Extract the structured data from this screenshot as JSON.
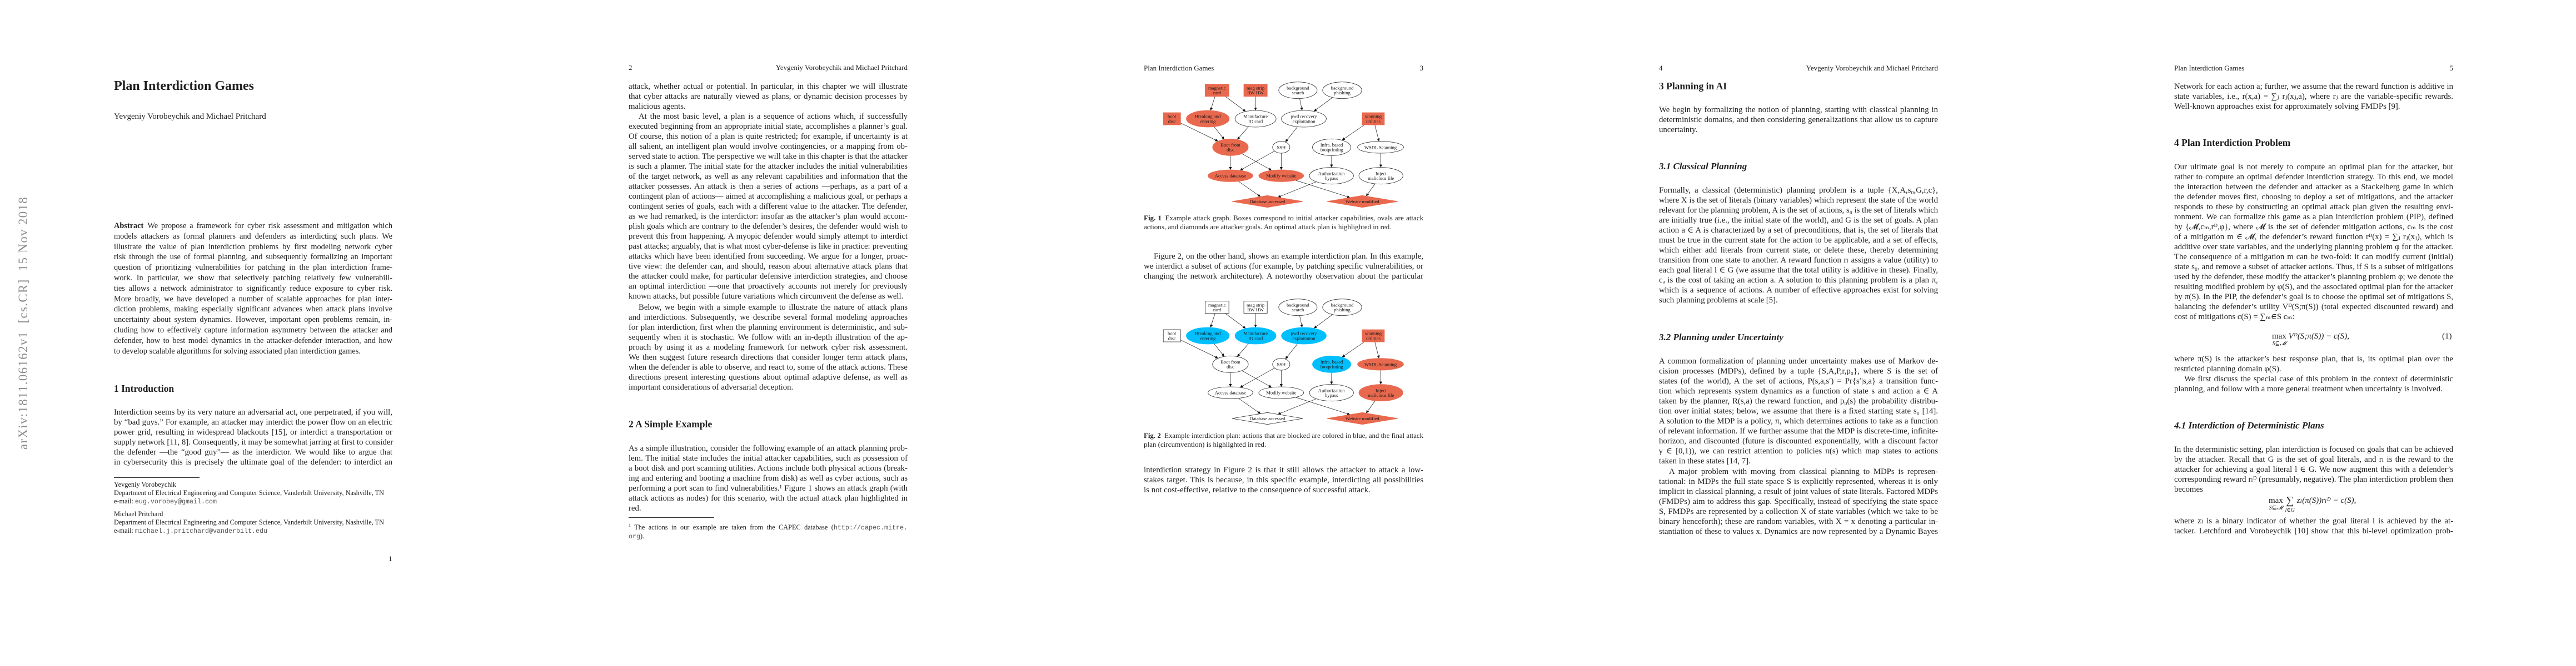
{
  "stamp": "arXiv:1811.06162v1  [cs.CR]  15 Nov 2018",
  "colors": {
    "attack_red": "#e9694f",
    "blocked_blue": "#00bfff",
    "text": "#1e1e1e"
  },
  "page1": {
    "title": "Plan Interdiction Games",
    "authors": "Yevgeniy Vorobeychik and Michael Pritchard",
    "abstract_label": "Abstract",
    "abstract": [
      "We propose a framework for cyber risk assessment and mitigation which",
      "models attackers as formal planners and defenders as interdicting such plans. We",
      "illustrate the value of plan interdiction problems by first modeling network cyber",
      "risk through the use of formal planning, and subsequently formalizing an important",
      "question of prioritizing vulnerabilities for patching in the plan interdiction frame-",
      "work. In particular, we show that selectively patching relatively few vulnerabili-",
      "ties allows a network administrator to significantly reduce exposure to cyber risk.",
      "More broadly, we have developed a number of scalable approaches for plan inter-",
      "diction problems, making especially significant advances when attack plans involve",
      "uncertainty about system dynamics. However, important open problems remain, in-",
      "cluding how to effectively capture information asymmetry between the attacker and",
      "defender, how to best model dynamics in the attacker-defender interaction, and how",
      "to develop scalable algorithms for solving associated plan interdiction games."
    ],
    "section1": "1  Introduction",
    "intro": [
      "Interdiction seems by its very nature an adversarial act, one perpetrated, if you will,",
      "by “bad guys.” For example, an attacker may interdict the power flow on an electric",
      "power grid, resulting in widespread blackouts [15], or interdict a transportation or",
      "supply network [11, 8]. Consequently, it may be somewhat jarring at first to consider",
      "the defender —the “good guy”— as the interdictor. We would like to argue that",
      "in cybersecurity this is precisely the ultimate goal of the defender: to interdict an"
    ],
    "affiliations": [
      {
        "name": "Yevgeniy Vorobeychik",
        "dept": "Department of Electrical Engineering and Computer Science, Vanderbilt University, Nashville, TN",
        "email_label": "e-mail:",
        "email": "eug.vorobey@gmail.com"
      },
      {
        "name": "Michael Pritchard",
        "dept": "Department of Electrical Engineering and Computer Science, Vanderbilt University, Nashville, TN",
        "email_label": "e-mail:",
        "email": "michael.j.pritchard@vanderbilt.edu"
      }
    ],
    "page_number": "1"
  },
  "page2": {
    "header_num": "2",
    "header_text": "Yevgeniy Vorobeychik and Michael Pritchard",
    "p1": [
      "attack, whether actual or potential. In particular, in this chapter we will illustrate",
      "that cyber attacks are naturally viewed as plans, or dynamic decision processes by",
      "malicious agents."
    ],
    "p2": [
      "At the most basic level, a plan is a sequence of actions which, if successfully",
      "executed beginning from an appropriate initial state, accomplishes a planner’s goal.",
      "Of course, this notion of a plan is quite restricted; for example, if uncertainty is at",
      "all salient, an intelligent plan would involve contingencies, or a mapping from ob-",
      "served state to action. The perspective we will take in this chapter is that the attacker",
      "is such a planner. The initial state for the attacker includes the initial vulnerabilities",
      "of the target network, as well as any relevant capabilities and information that the",
      "attacker possesses. An attack is then a series of actions —perhaps, as a part of a",
      "contingent plan of actions— aimed at accomplishing a malicious goal, or perhaps a",
      "contingent series of goals, each with a different value to the attacker. The defender,",
      "as we had remarked, is the interdictor: insofar as the attacker’s plan would accom-",
      "plish goals which are contrary to the defender’s desires, the defender would wish to",
      "prevent this from happening. A myopic defender would simply attempt to interdict",
      "past attacks; arguably, that is what most cyber-defense is like in practice: preventing",
      "attacks which have been identified from succeeding. We argue for a longer, proac-",
      "tive view: the defender can, and should, reason about alternative attack plans that",
      "the attacker could make, for particular defensive interdiction strategies, and choose",
      "an optimal interdiction —one that proactively accounts not merely for previously",
      "known attacks, but possible future variations which circumvent the defense as well."
    ],
    "p3": [
      "Below, we begin with a simple example to illustrate the nature of attack plans",
      "and interdictions. Subsequently, we describe several formal modeling approaches",
      "for plan interdiction, first when the planning environment is deterministic, and sub-",
      "sequently when it is stochastic. We follow with an in-depth illustration of the ap-",
      "proach by using it as a modeling framework for network cyber risk assessment.",
      "We then suggest future research directions that consider longer term attack plans,",
      "when the defender is able to observe, and react to, some of the attack actions. These",
      "directions present interesting questions about optimal adaptive defense, as well as",
      "important considerations of adversarial deception."
    ],
    "section2": "2  A Simple Example",
    "p4": [
      "As a simple illustration, consider the following example of an attack planning prob-",
      "lem. The initial state includes the initial attacker capabilities, such as possession of",
      "a boot disk and port scanning utilities. Actions include both physical actions (break-",
      "ing and entering and booting a machine from disk) as well as cyber actions, such as",
      "performing a port scan to find vulnerabilities.¹ Figure 1 shows an attack graph (with",
      "attack actions as nodes) for this scenario, with the actual attack plan highlighted in",
      "red."
    ],
    "footnote": {
      "mark": "1",
      "text": "The actions in our example are taken from the CAPEC database (",
      "url_part1": "http://capec.mitre.",
      "url_part2": "org",
      "close": ")."
    }
  },
  "page3": {
    "header_text": "Plan Interdiction Games",
    "header_num": "3",
    "fig1_label": "Fig. 1",
    "fig1_caption": [
      "Example attack graph. Boxes correspond to initial attacker capabilities, ovals are attack",
      "actions, and diamonds are attacker goals. An optimal attack plan is highlighted in red."
    ],
    "p1": [
      "Figure 2, on the other hand, shows an example interdiction plan. In this example,",
      "we interdict a subset of actions (for example, by patching specific vulnerabilities, or",
      "changing the network architecture). A noteworthy observation about the particular"
    ],
    "fig2_label": "Fig. 2",
    "fig2_caption": [
      "Example interdiction plan: actions that are blocked are colored in blue, and the final attack",
      "plan (circumvention) is highlighted in red."
    ],
    "p2": [
      "interdiction strategy in Figure 2 is that it still allows the attacker to attack a low-",
      "stakes target. This is because, in this specific example, interdicting all possibilities",
      "is not cost-effective, relative to the consequence of successful attack."
    ]
  },
  "graph": {
    "nodes": [
      {
        "id": "mag_card",
        "label": "magnetic\ncard",
        "kind": "capability"
      },
      {
        "id": "mag_strip",
        "label": "mag strip\nRW HW",
        "kind": "capability"
      },
      {
        "id": "bg_search",
        "label": "background\nsearch",
        "kind": "action"
      },
      {
        "id": "bg_phish",
        "label": "background\nphishing",
        "kind": "action"
      },
      {
        "id": "boot_disc",
        "label": "boot\ndisc",
        "kind": "capability"
      },
      {
        "id": "breaking",
        "label": "Breaking and\nentering",
        "kind": "action"
      },
      {
        "id": "manufacture",
        "label": "Manufacture\nID card",
        "kind": "action"
      },
      {
        "id": "pwd",
        "label": "pwd recovery\nexploitation",
        "kind": "action"
      },
      {
        "id": "scanning",
        "label": "scanning\nutilities",
        "kind": "capability"
      },
      {
        "id": "boot_from",
        "label": "Boot from\ndisc",
        "kind": "action"
      },
      {
        "id": "ssh",
        "label": "SSH",
        "kind": "action"
      },
      {
        "id": "infra",
        "label": "Infra. based\nfootprinting",
        "kind": "action"
      },
      {
        "id": "wsdl",
        "label": "WSDL Scanning",
        "kind": "action"
      },
      {
        "id": "access_db",
        "label": "Access database",
        "kind": "action"
      },
      {
        "id": "modify",
        "label": "Modify website",
        "kind": "action"
      },
      {
        "id": "auth",
        "label": "Authorization\nbypass",
        "kind": "action"
      },
      {
        "id": "inject",
        "label": "Inject\nmalicious file",
        "kind": "action"
      },
      {
        "id": "db_accessed",
        "label": "Database accessed",
        "kind": "goal"
      },
      {
        "id": "web_modified",
        "label": "Website modified",
        "kind": "goal"
      }
    ],
    "edges": [
      [
        "mag_card",
        "breaking"
      ],
      [
        "mag_card",
        "manufacture"
      ],
      [
        "mag_strip",
        "manufacture"
      ],
      [
        "bg_search",
        "pwd"
      ],
      [
        "bg_phish",
        "pwd"
      ],
      [
        "boot_disc",
        "boot_from"
      ],
      [
        "breaking",
        "boot_from"
      ],
      [
        "manufacture",
        "boot_from"
      ],
      [
        "pwd",
        "ssh"
      ],
      [
        "scanning",
        "infra"
      ],
      [
        "scanning",
        "wsdl"
      ],
      [
        "boot_from",
        "access_db"
      ],
      [
        "boot_from",
        "modify"
      ],
      [
        "ssh",
        "access_db"
      ],
      [
        "ssh",
        "modify"
      ],
      [
        "infra",
        "auth"
      ],
      [
        "wsdl",
        "inject"
      ],
      [
        "access_db",
        "db_accessed"
      ],
      [
        "auth",
        "db_accessed"
      ],
      [
        "modify",
        "web_modified"
      ],
      [
        "inject",
        "web_modified"
      ]
    ],
    "fig1_highlight": {
      "red": [
        "mag_card",
        "mag_strip",
        "boot_disc",
        "scanning",
        "breaking",
        "boot_from",
        "access_db",
        "modify",
        "db_accessed",
        "web_modified"
      ],
      "blue": []
    },
    "fig2_highlight": {
      "red": [
        "scanning",
        "wsdl",
        "inject",
        "web_modified"
      ],
      "blue": [
        "breaking",
        "manufacture",
        "pwd",
        "infra"
      ]
    }
  },
  "page4": {
    "header_num": "4",
    "header_text": "Yevgeniy Vorobeychik and Michael Pritchard",
    "section3": "3  Planning in AI",
    "p1": [
      "We begin by formalizing the notion of planning, starting with classical planning in",
      "deterministic domains, and then considering generalizations that allow us to capture",
      "uncertainty."
    ],
    "section31": "3.1  Classical Planning",
    "p2": [
      "Formally, a classical (deterministic) planning problem is a tuple {X,A,s₀,G,r,c},",
      "where X is the set of literals (binary variables) which represent the state of the world",
      "relevant for the planning problem, A is the set of actions, s₀ is the set of literals which",
      "are initially true (i.e., the initial state of the world), and G is the set of goals. A plan",
      "action a ∈ A is characterized by a set of preconditions, that is, the set of literals that",
      "must be true in the current state for the action to be applicable, and a set of effects,",
      "which either add literals from current state, or delete these, thereby determining",
      "transition from one state to another. A reward function rₗ assigns a value (utility) to",
      "each goal literal l ∈ G (we assume that the total utility is additive in these). Finally,",
      "cₐ is the cost of taking an action a. A solution to this planning problem is a plan π,",
      "which is a sequence of actions. A number of effective approaches exist for solving",
      "such planning problems at scale [5]."
    ],
    "section32": "3.2  Planning under Uncertainty",
    "p3": [
      "A common formalization of planning under uncertainty makes use of Markov de-",
      "cision processes (MDPs), defined by a tuple {S,A,P,r,p₀}, where S is the set of",
      "states (of the world), A the set of actions, P(s,a,s′) = Pr{s′|s,a} a transition func-",
      "tion which represents system dynamics as a function of state s and action a ∈ A",
      "taken by the planner, R(s,a) the reward function, and p₀(s) the probability distribu-",
      "tion over initial states; below, we assume that there is a fixed starting state s₀ [14].",
      "A solution to the MDP is a policy, π, which determines actions to take as a function",
      "of relevant information. If we further assume that the MDP is discrete-time, infinite-",
      "horizon, and discounted (future is discounted exponentially, with a discount factor",
      "γ ∈ [0,1)), we can restrict attention to policies π(s) which map states to actions",
      "taken in these states [14, 7]."
    ],
    "p4": [
      "A major problem with moving from classical planning to MDPs is represen-",
      "tational: in MDPs the full state space S is explicitly represented, whereas it is only",
      "implicit in classical planning, a result of joint values of state literals. Factored MDPs",
      "(FMDPs) aim to address this gap. Specifically, instead of specifying the state space",
      "S, FMDPs are represented by a collection X of state variables (which we take to be",
      "binary henceforth); these are random variables, with X = x denoting a particular in-",
      "stantiation of these to values x. Dynamics are now represented by a Dynamic Bayes"
    ]
  },
  "page5": {
    "header_text": "Plan Interdiction Games",
    "header_num": "5",
    "p1": [
      "Network for each action a; further, we assume that the reward function is additive in",
      "state variables, i.e., r(x,a) = ∑ⱼ rⱼ(xⱼ,a), where rⱼ are the variable-specific rewards.",
      "Well-known approaches exist for approximately solving FMDPs [9]."
    ],
    "section4": "4  Plan Interdiction Problem",
    "p2": [
      "Our ultimate goal is not merely to compute an optimal plan for the attacker, but",
      "rather to compute an optimal defender interdiction strategy. To this end, we model",
      "the interaction between the defender and attacker as a Stackelberg game in which",
      "the defender moves first, choosing to deploy a set of mitigations, and the attacker",
      "responds to these by constructing an optimal attack plan given the resulting envi-",
      "ronment. We can formalize this game as a plan interdiction problem (PIP), defined",
      "by {𝓜,cₘ,rᴰ,φ}, where 𝓜 is the set of defender mitigation actions, cₘ is the cost",
      "of a mitigation m ∈ 𝓜, the defender’s reward function rᴰ(x) = ∑ⱼ rⱼ(xⱼ), which is",
      "additive over state variables, and the underlying planning problem φ for the attacker.",
      "The consequence of a mitigation m can be two-fold: it can modify current (initial)",
      "state s₀, and remove a subset of attacker actions. Thus, if S is a subset of mitigations",
      "used by the defender, these modify the attacker’s planning problem φ; we denote the",
      "resulting modified problem by φ(S), and the associated optimal plan for the attacker",
      "by π(S). In the PIP, the defender’s goal is to choose the optimal set of mitigations S,",
      "balancing the defender’s utility Vᴰ(S;π(S)) (total expected discounted reward) and",
      "cost of mitigations c(S) = ∑ₘ∈S cₘ:"
    ],
    "eq1": {
      "op": "max",
      "sub": "S⊆𝓜",
      "expr": "Vᴰ(S;π(S)) − c(S),",
      "number": "(1)"
    },
    "p3": [
      "where π(S) is the attacker’s best response plan, that is, its optimal plan over the",
      "restricted planning domain φ(S)."
    ],
    "p4": [
      "We first discuss the special case of this problem in the context of deterministic",
      "planning, and follow with a more general treatment when uncertainty is involved."
    ],
    "section41": "4.1  Interdiction of Deterministic Plans",
    "p5": [
      "In the deterministic setting, plan interdiction is focused on goals that can be achieved",
      "by the attacker. Recall that G is the set of goal literals, and rₗ is the reward to the",
      "attacker for achieving a goal literal l ∈ G. We now augment this with a defender’s",
      "corresponding reward rₗᴰ (presumably, negative). The plan interdiction problem then",
      "becomes"
    ],
    "eq2": {
      "op": "max",
      "sub": "S⊆𝓜",
      "sum": "∑",
      "sum_sub": "l∈G",
      "expr": "zₗ(π(S))rₗᴰ − c(S),"
    },
    "p6": [
      "where zₗ is a binary indicator of whether the goal literal l is achieved by the at-",
      "tacker. Letchford and Vorobeychik [10] show that this bi-level optimization prob-"
    ]
  }
}
